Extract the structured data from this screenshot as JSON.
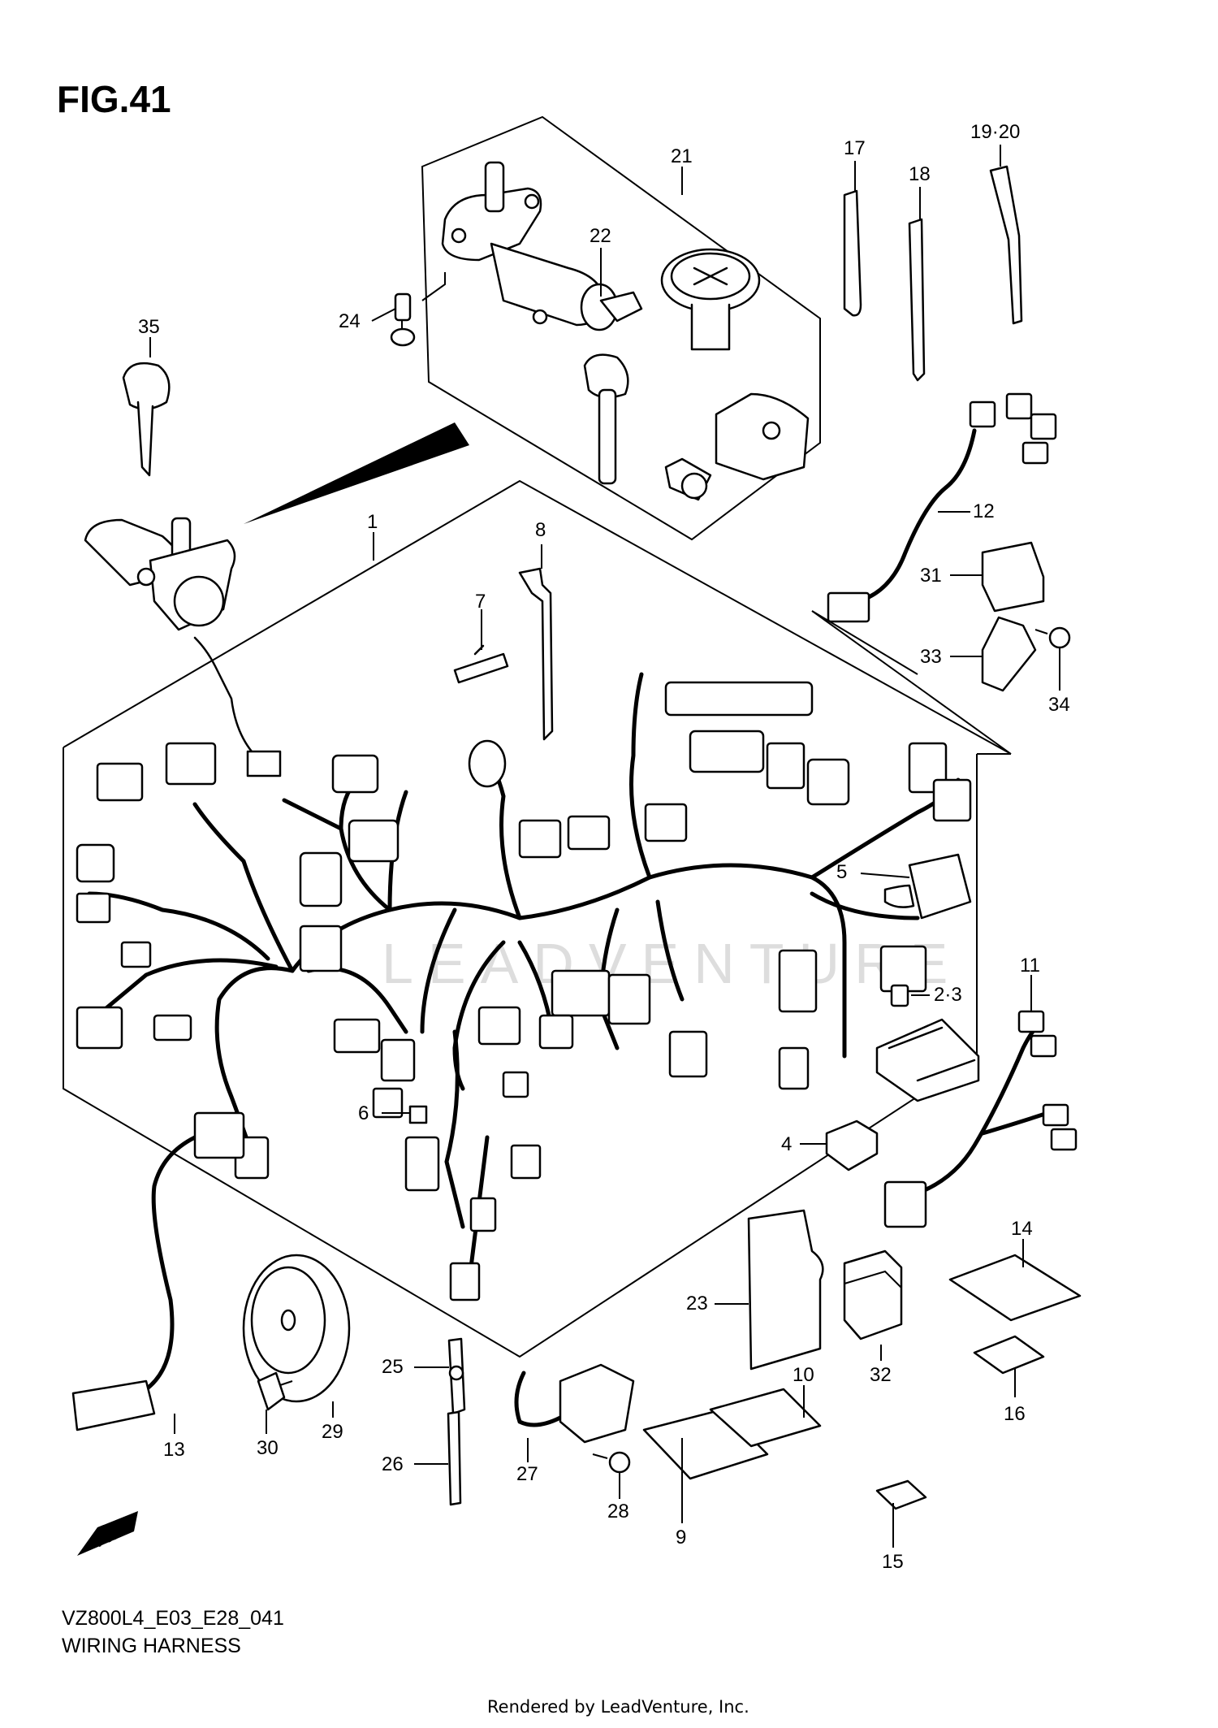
{
  "figure": {
    "title": "FIG.41",
    "model_code": "VZ800L4_E03_E28_041",
    "section_name": "WIRING HARNESS",
    "render_credit": "Rendered by LeadVenture, Inc.",
    "watermark": "LEADVENTURE",
    "fwd_label": "FWD"
  },
  "callouts": [
    {
      "label": "1"
    },
    {
      "label": "2·3"
    },
    {
      "label": "4"
    },
    {
      "label": "5"
    },
    {
      "label": "6"
    },
    {
      "label": "7"
    },
    {
      "label": "8"
    },
    {
      "label": "9"
    },
    {
      "label": "10"
    },
    {
      "label": "11"
    },
    {
      "label": "12"
    },
    {
      "label": "13"
    },
    {
      "label": "14"
    },
    {
      "label": "15"
    },
    {
      "label": "16"
    },
    {
      "label": "17"
    },
    {
      "label": "18"
    },
    {
      "label": "19·20"
    },
    {
      "label": "21"
    },
    {
      "label": "22"
    },
    {
      "label": "23"
    },
    {
      "label": "24"
    },
    {
      "label": "25"
    },
    {
      "label": "26"
    },
    {
      "label": "27"
    },
    {
      "label": "28"
    },
    {
      "label": "29"
    },
    {
      "label": "30"
    },
    {
      "label": "31"
    },
    {
      "label": "32"
    },
    {
      "label": "33"
    },
    {
      "label": "34"
    },
    {
      "label": "35"
    }
  ]
}
